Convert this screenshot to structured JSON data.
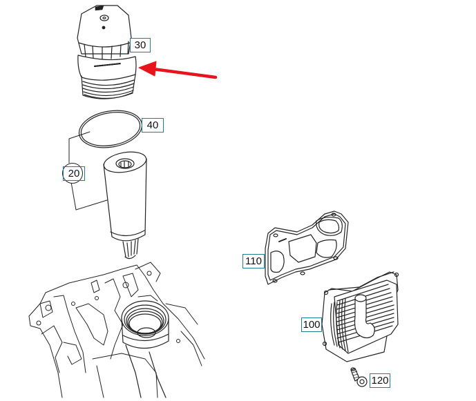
{
  "diagram": {
    "type": "exploded parts diagram",
    "subject": "oil filter housing and oil cooler assembly",
    "colors": {
      "line": "#222222",
      "callout_border": "#1f7f8f",
      "arrow": "#e8141b",
      "background": "#ffffff"
    },
    "callouts": [
      {
        "id": "30",
        "label": "30",
        "part": "oil-filter-cap"
      },
      {
        "id": "40",
        "label": "40",
        "part": "o-ring-seal"
      },
      {
        "id": "20",
        "label": "20",
        "part": "oil-filter-element-kit"
      },
      {
        "id": "110",
        "label": "110",
        "part": "oil-cooler-gasket"
      },
      {
        "id": "100",
        "label": "100",
        "part": "oil-cooler"
      },
      {
        "id": "120",
        "label": "120",
        "part": "mounting-bolt"
      }
    ],
    "highlight_arrow": {
      "points_to": "30"
    }
  }
}
